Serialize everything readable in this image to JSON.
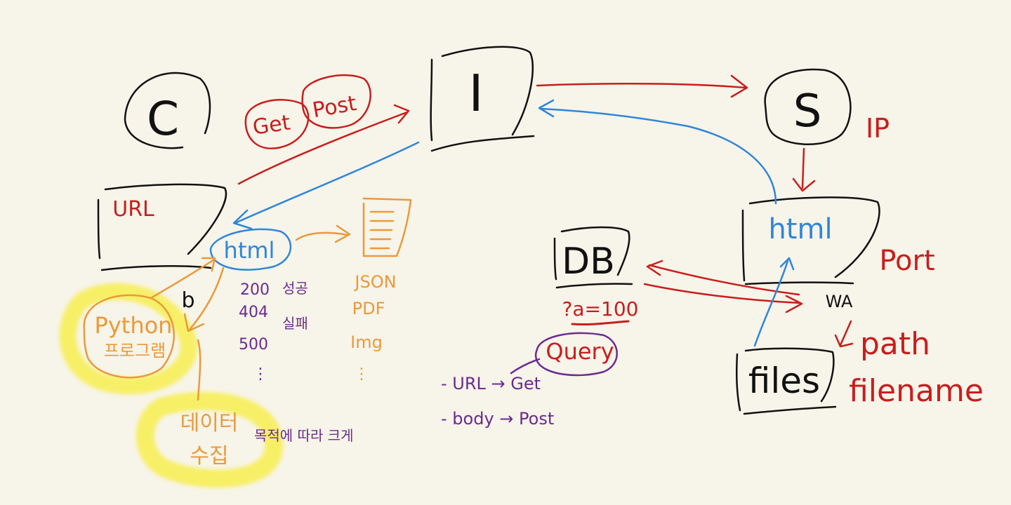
{
  "colors": {
    "background": "#f7f4e9",
    "black": "#111111",
    "red": "#c81e1e",
    "blue": "#2f86d9",
    "orange": "#e99a3a",
    "purple": "#6b2b8f",
    "highlight": "#f7ee3a"
  },
  "nodes": {
    "client": "C",
    "internet": "I",
    "server": "S",
    "db": "DB"
  },
  "labels": {
    "get": "Get",
    "post": "Post",
    "url": "URL",
    "html_client": "html",
    "html_server": "html",
    "ip": "IP",
    "port": "Port",
    "wa": "WA",
    "path": "path",
    "filename": "filename",
    "files": "files",
    "b": "b",
    "python_line1": "Python",
    "python_line2": "프로그램",
    "data_line1": "데이터",
    "data_line2": "수집",
    "data_note": "목적에 따라 크게",
    "query_param": "?a=100",
    "query": "Query"
  },
  "status_codes": [
    {
      "code": "200",
      "note": "성공"
    },
    {
      "code": "404",
      "note": "실패"
    },
    {
      "code": "500",
      "note": ""
    },
    {
      "code": "⋮",
      "note": ""
    }
  ],
  "formats": [
    "JSON",
    "PDF",
    "Img",
    "⋮"
  ],
  "query_notes": [
    "- URL → Get",
    "- body → Post"
  ]
}
